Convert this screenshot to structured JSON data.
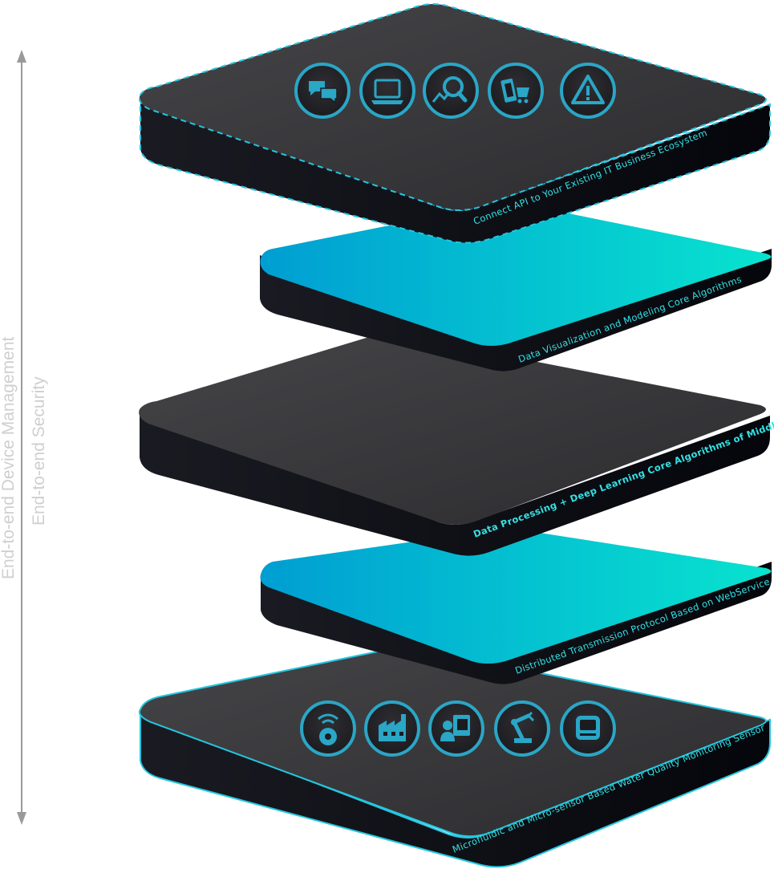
{
  "side_labels": {
    "device_management": "End-to-end Device Management",
    "security": "End-to-end Security"
  },
  "colors": {
    "dark_top": "#3a3a3c",
    "dark_side": "#0d0e14",
    "cyan_left": "#009ed2",
    "cyan_right": "#08e3cf",
    "label_cyan": "#34e0e3",
    "icon_fill": "#2aa6c6",
    "arrow": "#9a9a9a"
  },
  "layers": [
    {
      "id": "api",
      "label": "Connect API to Your Existing IT Business Ecosystem",
      "icons": [
        "chat-icon",
        "laptop-icon",
        "analytics-search-icon",
        "mobile-cart-icon",
        "warning-icon"
      ]
    },
    {
      "id": "visualization",
      "label": "Data Visualization and Modeling Core Algorithms"
    },
    {
      "id": "processing",
      "label": "Data Processing + Deep Learning Core Algorithms of Middleware"
    },
    {
      "id": "transmission",
      "label": "Distributed Transmission Protocol Based on WebService"
    },
    {
      "id": "sensor",
      "label": "Microfluidic and Micro-sensor Based Water Quality Monitoring Sensor",
      "icons": [
        "wireless-gear-icon",
        "factory-icon",
        "operator-icon",
        "robot-arm-icon",
        "device-icon"
      ]
    }
  ]
}
